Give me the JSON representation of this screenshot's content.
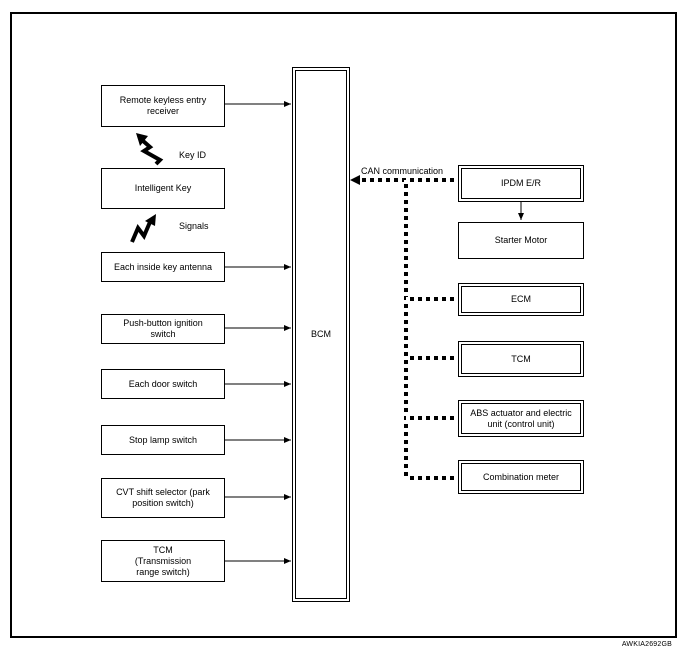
{
  "inputs": {
    "remote_keyless": "Remote keyless entry receiver",
    "intelligent_key": "Intelligent Key",
    "inside_antenna": "Each inside key antenna",
    "push_button": "Push-button ignition switch",
    "door_switch": "Each door switch",
    "stop_lamp": "Stop lamp switch",
    "cvt_selector": "CVT shift selector (park position switch)",
    "tcm_range": "TCM (Transmission range switch)"
  },
  "labels": {
    "key_id": "Key ID",
    "signals": "Signals",
    "can": "CAN communication"
  },
  "bcm": "BCM",
  "outputs": {
    "ipdm": "IPDM E/R",
    "starter": "Starter Motor",
    "ecm": "ECM",
    "tcm": "TCM",
    "abs": "ABS actuator and electric unit (control unit)",
    "combo": "Combination meter"
  },
  "figure_code": "AWKIA2692GB"
}
